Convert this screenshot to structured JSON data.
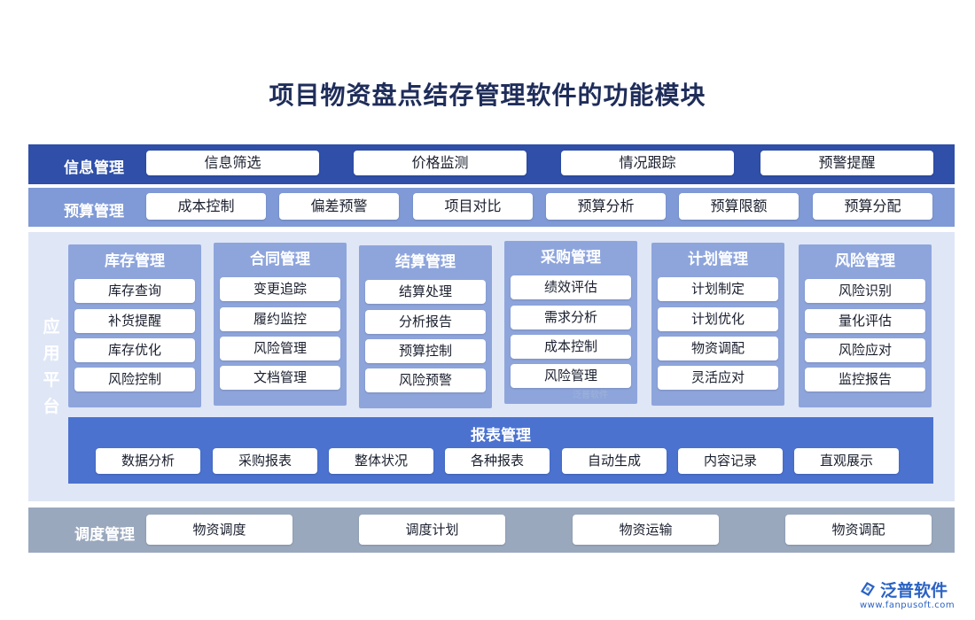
{
  "title": "项目物资盘点结存管理软件的功能模块",
  "info_row": {
    "label": "信息管理",
    "items": [
      "信息筛选",
      "价格监测",
      "情况跟踪",
      "预警提醒"
    ]
  },
  "budget_row": {
    "label": "预算管理",
    "items": [
      "成本控制",
      "偏差预警",
      "项目对比",
      "预算分析",
      "预算限额",
      "预算分配"
    ]
  },
  "platform": {
    "label": "应用平台",
    "modules": [
      {
        "title": "库存管理",
        "items": [
          "库存查询",
          "补货提醒",
          "库存优化",
          "风险控制"
        ]
      },
      {
        "title": "合同管理",
        "items": [
          "变更追踪",
          "履约监控",
          "风险管理",
          "文档管理"
        ]
      },
      {
        "title": "结算管理",
        "items": [
          "结算处理",
          "分析报告",
          "预算控制",
          "风险预警"
        ]
      },
      {
        "title": "采购管理",
        "items": [
          "绩效评估",
          "需求分析",
          "成本控制",
          "风险管理"
        ]
      },
      {
        "title": "计划管理",
        "items": [
          "计划制定",
          "计划优化",
          "物资调配",
          "灵活应对"
        ]
      },
      {
        "title": "风险管理",
        "items": [
          "风险识别",
          "量化评估",
          "风险应对",
          "监控报告"
        ]
      }
    ],
    "report": {
      "title": "报表管理",
      "items": [
        "数据分析",
        "采购报表",
        "整体状况",
        "各种报表",
        "自动生成",
        "内容记录",
        "直观展示"
      ]
    }
  },
  "dispatch_row": {
    "label": "调度管理",
    "items": [
      "物资调度",
      "调度计划",
      "物资运输",
      "物资调配"
    ]
  },
  "logo": {
    "name": "泛普软件",
    "url": "www.fanpusoft.com"
  },
  "watermark": "泛普软件",
  "colors": {
    "info": "#2f4fa8",
    "budget": "#7f9ad6",
    "module": "#8ea5dc",
    "report": "#4b72cf",
    "dispatch": "#9aa8be",
    "title": "#1f2d5a"
  }
}
